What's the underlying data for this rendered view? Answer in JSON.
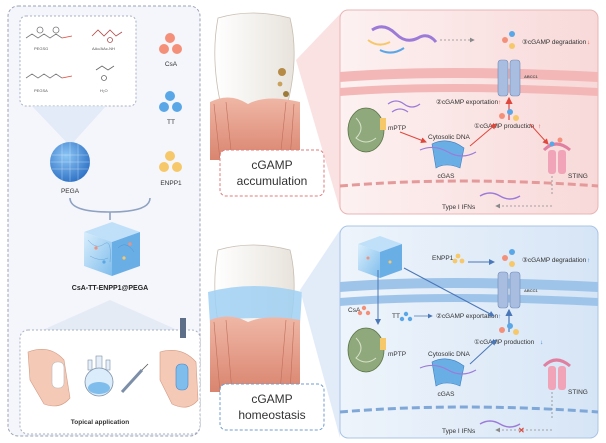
{
  "left_panel": {
    "chem": {
      "pegsg": "PEGSG",
      "aac": "AAc/AAc-NH",
      "pegsa": "PEGSA",
      "h2o": "H₂O"
    },
    "components": {
      "pega": "PEGA",
      "csa": "CsA",
      "tt": "TT",
      "enpp1": "ENPP1"
    },
    "composite": "CsA-TT-ENPP1@PEGA",
    "application": "Topical application"
  },
  "top_panel": {
    "state_line1": "cGAMP",
    "state_line2": "accumulation",
    "abcc1": "ABCC1",
    "degradation": "③cGAMP degradation",
    "exportation": "②cGAMP exportation",
    "production": "①cGAMP production",
    "mptp": "mPTP",
    "cytosolic_dna": "Cytosolic DNA",
    "cgas": "cGAS",
    "sting": "STING",
    "type1_ifns": "Type I IFNs"
  },
  "bottom_panel": {
    "state_line1": "cGAMP",
    "state_line2": "homeostasis",
    "enpp1": "ENPP1",
    "abcc1": "ABCC1",
    "degradation": "③cGAMP degradation",
    "exportation": "②cGAMP exportation",
    "production": "①cGAMP production",
    "csa": "CsA",
    "tt": "TT",
    "mptp": "mPTP",
    "cytosolic_dna": "Cytosolic DNA",
    "cgas": "cGAS",
    "sting": "STING",
    "type1_ifns": "Type I IFNs"
  },
  "colors": {
    "csa": "#f4907a",
    "tt": "#5aa7e8",
    "enpp1": "#f6c86a",
    "up_arrow": "#e0473c",
    "down_arrow": "#2e7fd6",
    "top_bg": "#fbe3e3",
    "bottom_bg": "#dde9f8"
  }
}
